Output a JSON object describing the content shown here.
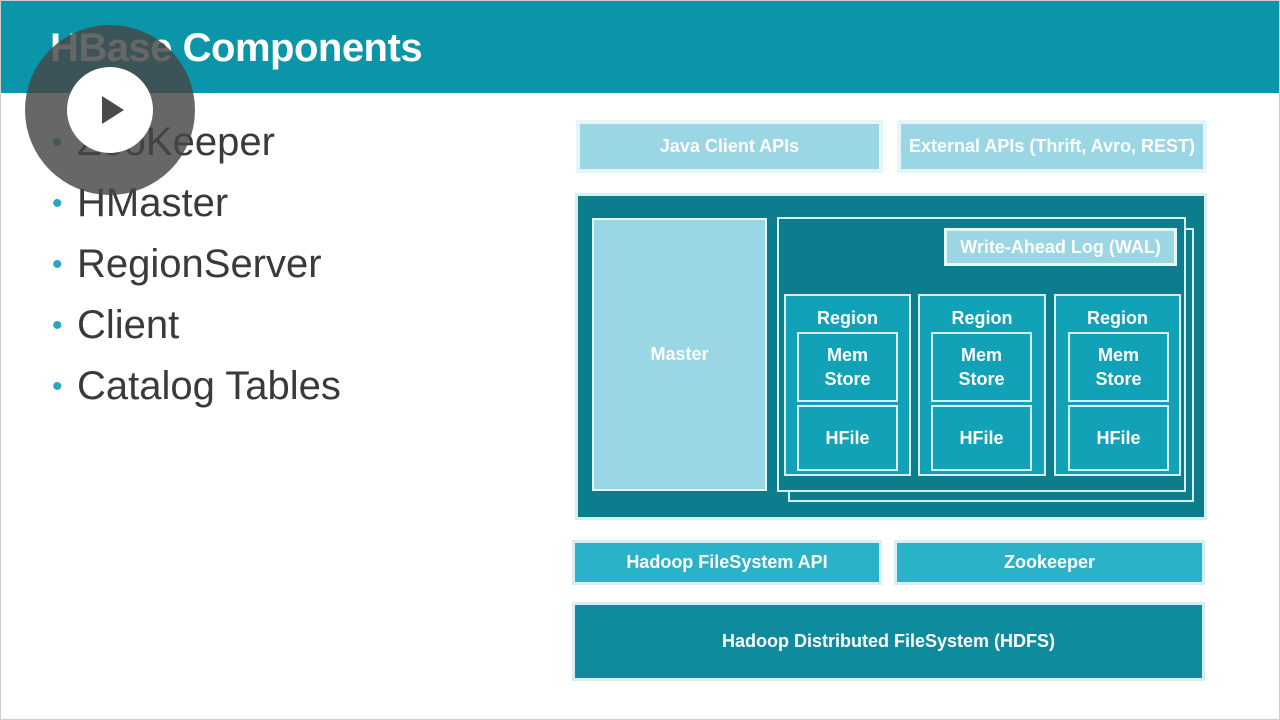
{
  "slide": {
    "title": "HBase Components",
    "bullets": [
      "ZooKeeper",
      "HMaster",
      "RegionServer",
      "Client",
      "Catalog Tables"
    ]
  },
  "diagram": {
    "java_client_apis": "Java Client APIs",
    "external_apis": "External APIs (Thrift, Avro, REST)",
    "master": "Master",
    "wal": "Write-Ahead Log (WAL)",
    "regions": [
      {
        "label": "Region",
        "memstore": "Mem\nStore",
        "hfile": "HFile"
      },
      {
        "label": "Region",
        "memstore": "Mem\nStore",
        "hfile": "HFile"
      },
      {
        "label": "Region",
        "memstore": "Mem\nStore",
        "hfile": "HFile"
      }
    ],
    "hadoop_fs_api": "Hadoop FileSystem API",
    "zookeeper": "Zookeeper",
    "hdfs": "Hadoop Distributed FileSystem (HDFS)"
  },
  "player": {
    "play_icon": "play-icon"
  },
  "colors": {
    "header": "#0b95a8",
    "pale_box": "#9ad6e3",
    "mid_box": "#2ab2c9",
    "dark_box": "#0b7d8d",
    "bullet": "#2aa7c0"
  }
}
